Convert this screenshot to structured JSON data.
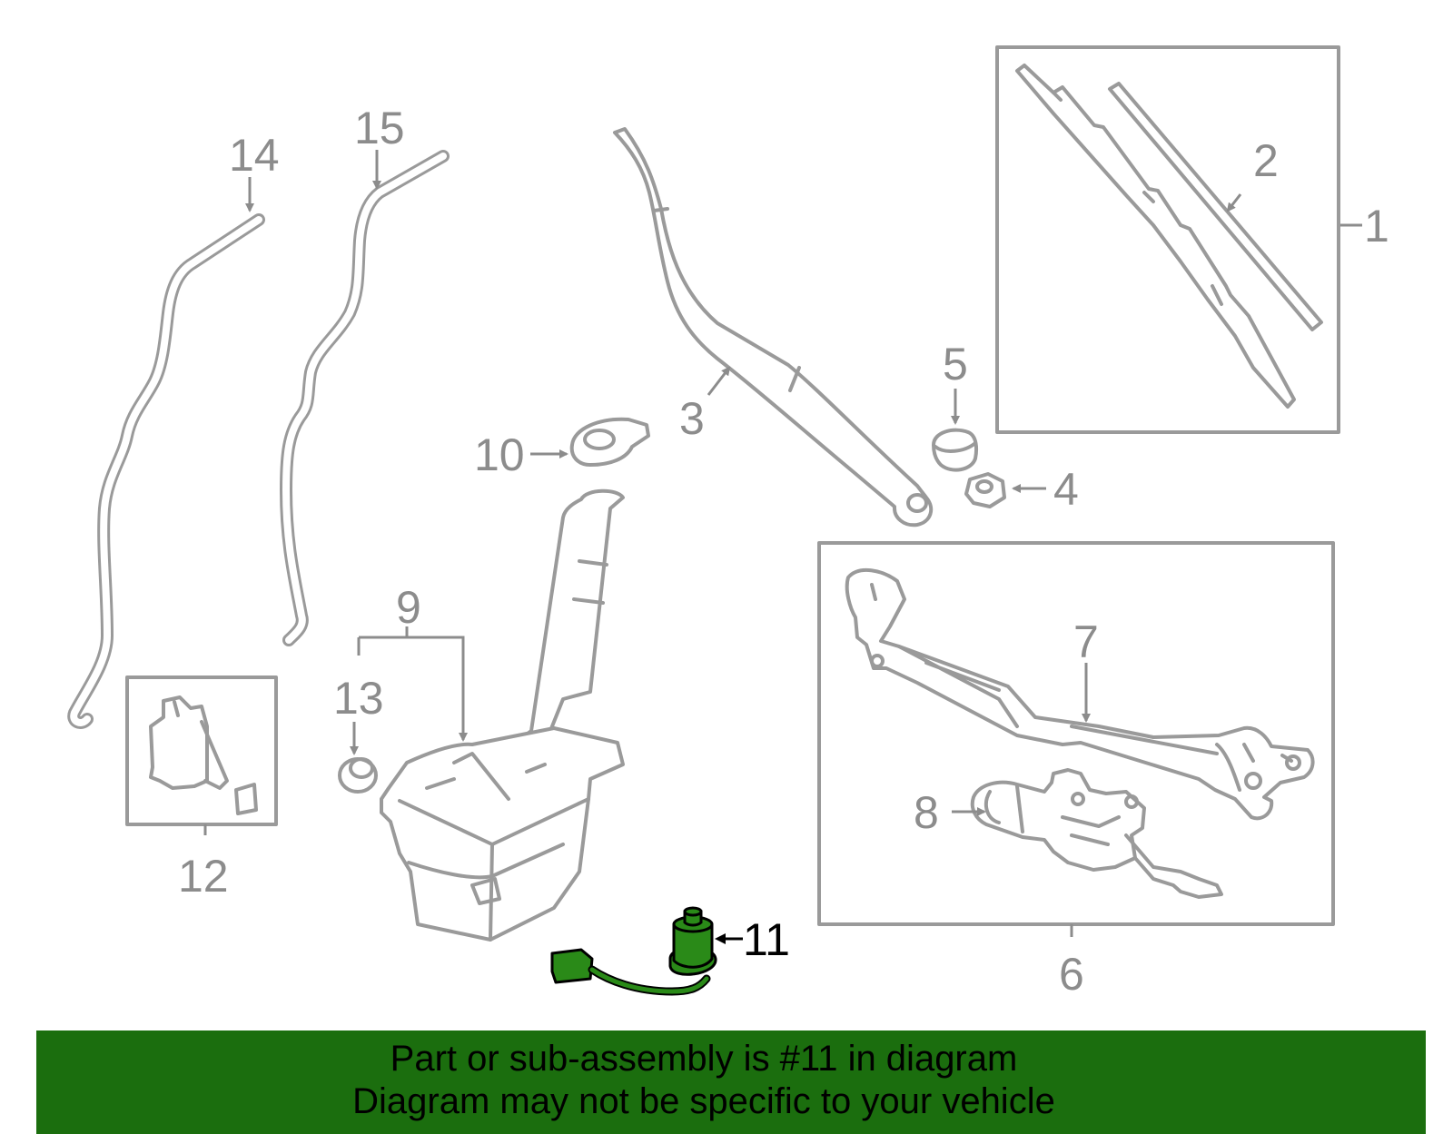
{
  "callouts": {
    "c1": "1",
    "c2": "2",
    "c3": "3",
    "c4": "4",
    "c5": "5",
    "c6": "6",
    "c7": "7",
    "c8": "8",
    "c9": "9",
    "c10": "10",
    "c11": "11",
    "c12": "12",
    "c13": "13",
    "c14": "14",
    "c15": "15"
  },
  "highlight": {
    "part": "11",
    "color": "#1b6e0e"
  },
  "banner": {
    "line1": "Part or sub-assembly is #11 in diagram",
    "line2": "Diagram may not be specific to your vehicle",
    "background": "#1b6e0e"
  }
}
